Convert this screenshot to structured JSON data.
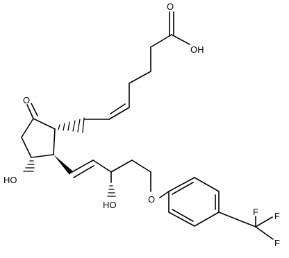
{
  "atom_labels": {
    "carboxyl_oxygen": "O",
    "carboxyl_hydroxyl": "OH",
    "ring_ketone_oxygen": "O",
    "ring_hydroxyl": "HO",
    "chain_hydroxyl": "HO",
    "ether_oxygen": "O",
    "fluorine_1": "F",
    "fluorine_2": "F",
    "fluorine_3": "F"
  }
}
